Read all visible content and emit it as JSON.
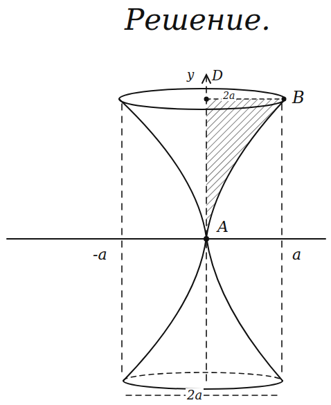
{
  "diagram": {
    "title": "Решение.",
    "labels": [
      "y",
      "D",
      "2a",
      "B",
      "A",
      "-a",
      "a",
      "2a"
    ]
  }
}
